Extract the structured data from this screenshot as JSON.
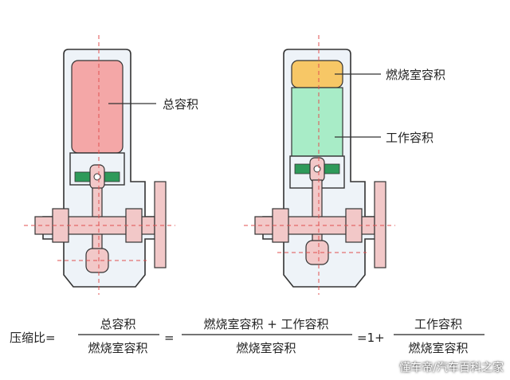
{
  "labels": {
    "total_volume": "总容积",
    "combustion_chamber_volume": "燃烧室容积",
    "working_volume": "工作容积"
  },
  "formula": {
    "lhs": "压缩比=",
    "frac1_num": "总容积",
    "frac1_den": "燃烧室容积",
    "eq1": "=",
    "frac2_num": "燃烧室容积 + 工作容积",
    "frac2_den": "燃烧室容积",
    "eq2": "=1+",
    "frac3_num": "工作容积",
    "frac3_den": "燃烧室容积"
  },
  "watermark": "懂车帝/汽车百科之家",
  "colors": {
    "total": "#f4a7a7",
    "combustion": "#f7c766",
    "working": "#a8ecc7",
    "housing_fill": "#eef3f8",
    "housing_stroke": "#333333",
    "pin": "#2e9a5a",
    "gear": "#f2c8c8",
    "axis": "#e05050"
  }
}
